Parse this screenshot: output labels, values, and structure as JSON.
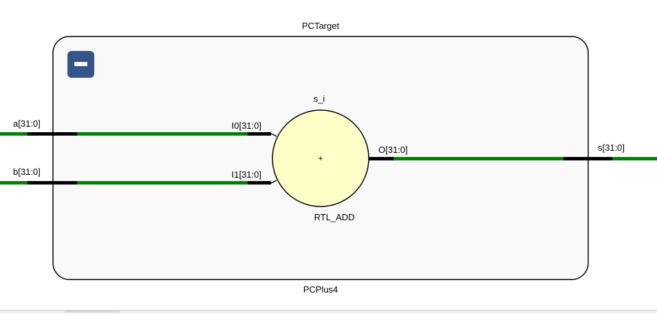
{
  "diagram": {
    "top_title": "PCTarget",
    "bottom_title": "PCPlus4",
    "collapse_symbol": "−",
    "ports": {
      "input_a": "a[31:0]",
      "input_b": "b[31:0]",
      "output_s": "s[31:0]"
    },
    "cell": {
      "instance_name": "s_i",
      "type_name": "RTL_ADD",
      "operator": "+",
      "pin_i0": "I0[31:0]",
      "pin_i1": "I1[31:0]",
      "pin_o": "O[31:0]"
    },
    "colors": {
      "wire": "#008000",
      "bus_stub": "#000000",
      "module_fill": "#f9f9f9",
      "module_border": "#000000",
      "cell_fill": "#ffffc8",
      "button_fill": "#34548a"
    }
  }
}
